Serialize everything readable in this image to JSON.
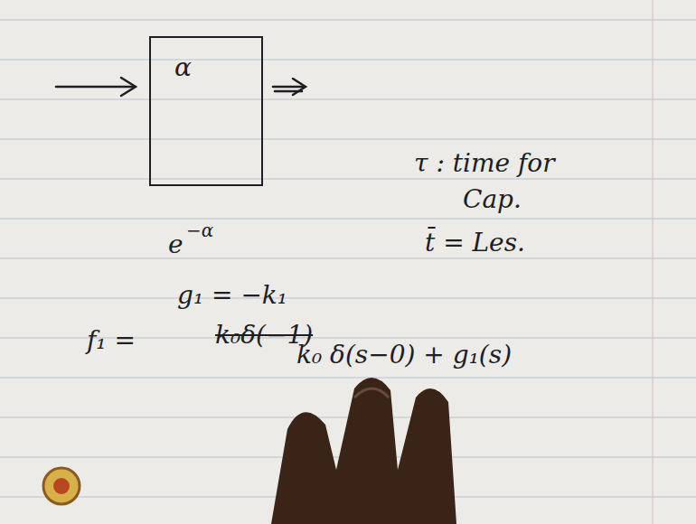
{
  "diagram": {
    "nodes": [
      {
        "text": [
          "α"
        ]
      }
    ],
    "labels": [
      "τ : time for",
      "Cap.",
      "e",
      "−α",
      "t̄ = Les.",
      "g₁ = −k₁",
      "f₁ =",
      "k₀δ(−1)",
      "k₀ δ(s−0) + g₁(s)"
    ]
  }
}
